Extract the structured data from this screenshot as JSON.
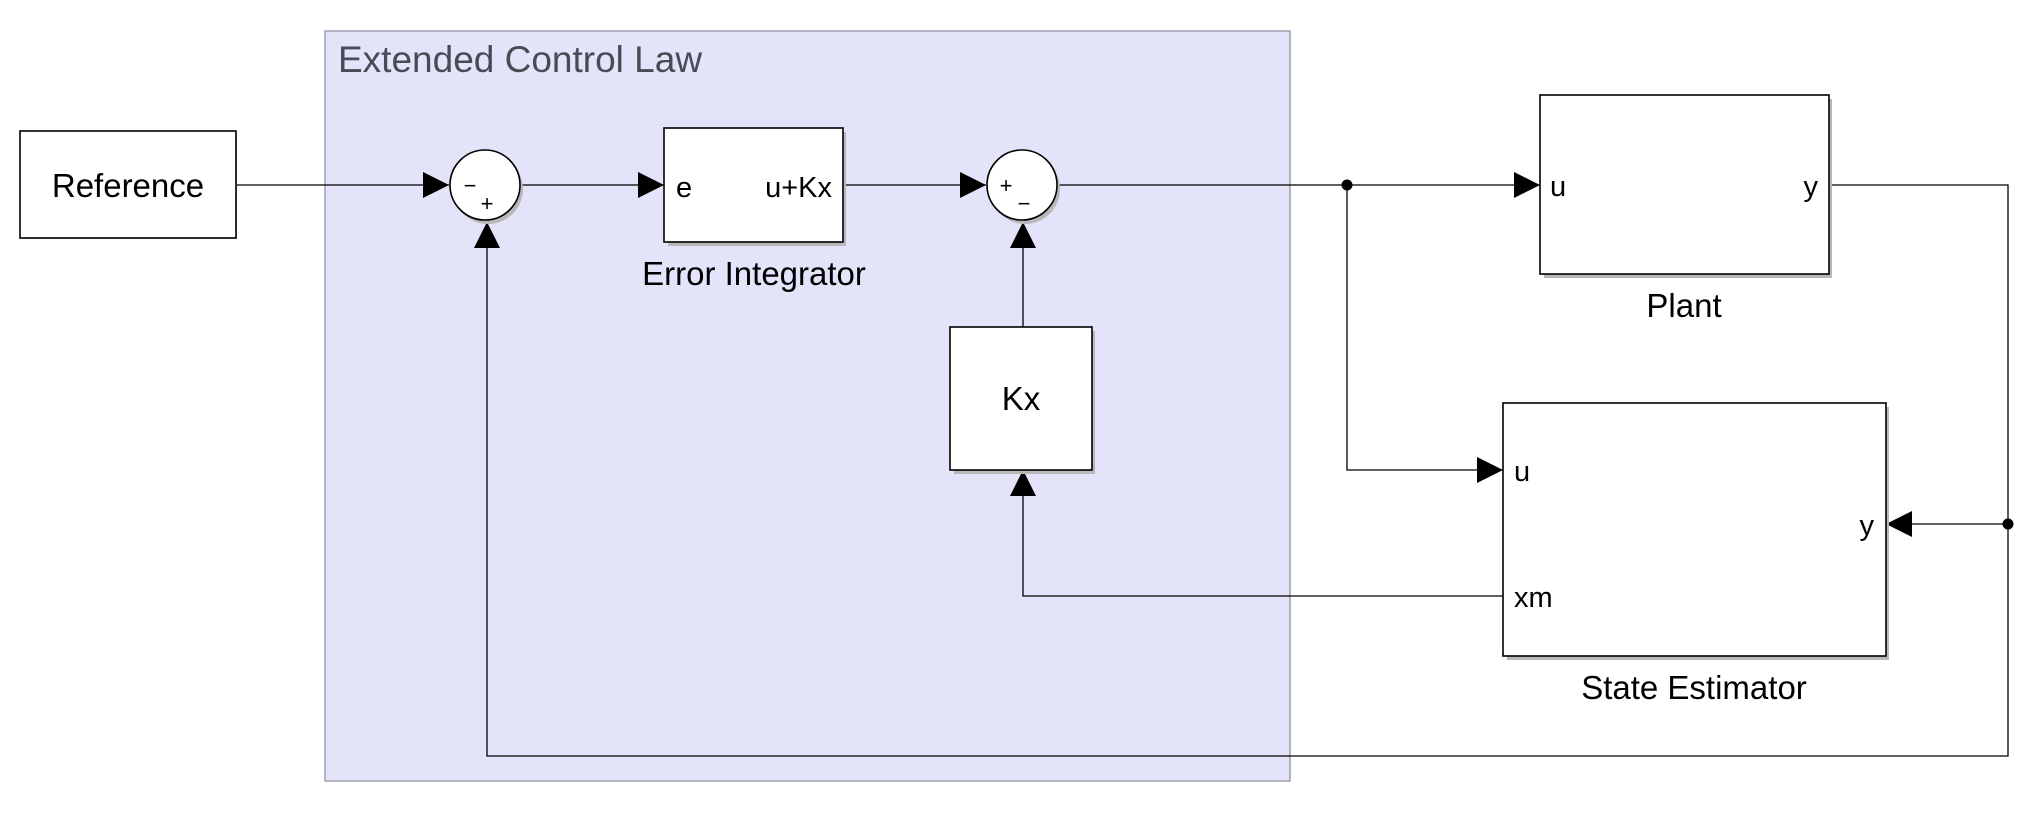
{
  "area": {
    "title": "Extended Control Law",
    "fill": "#e3e3fa",
    "border": "#8a8a99"
  },
  "blocks": {
    "reference": {
      "label": "Reference"
    },
    "error_integrator": {
      "name": "Error Integrator",
      "in_port": "e",
      "out_port": "u+Kx"
    },
    "kx": {
      "label": "Kx"
    },
    "plant": {
      "name": "Plant",
      "in_port": "u",
      "out_port": "y"
    },
    "state_estimator": {
      "name": "State Estimator",
      "in_u": "u",
      "in_y": "y",
      "out_xm": "xm"
    }
  },
  "sums": {
    "sum1": {
      "sign_left": "−",
      "sign_bottom": "+"
    },
    "sum2": {
      "sign_left": "+",
      "sign_bottom": "−"
    }
  }
}
